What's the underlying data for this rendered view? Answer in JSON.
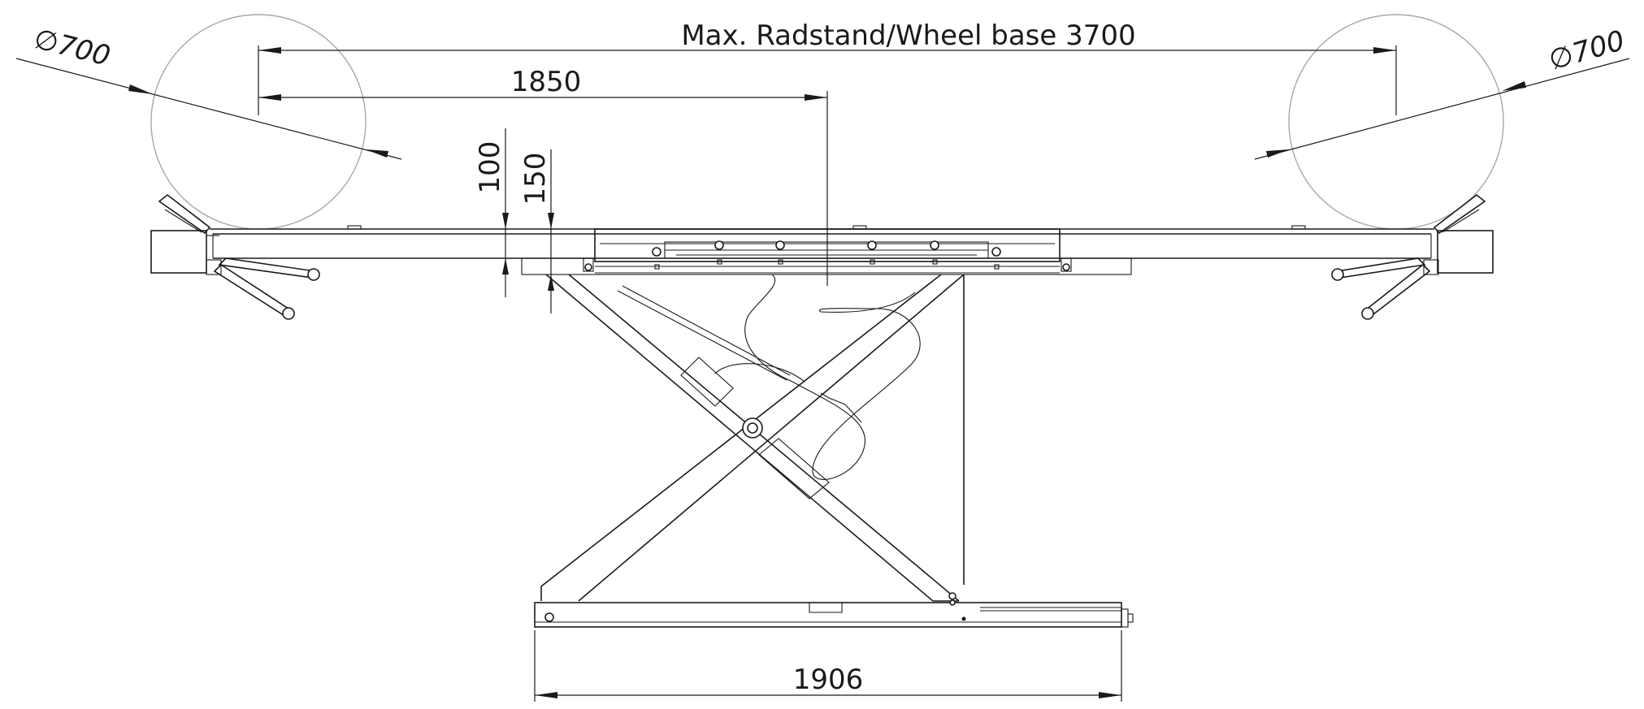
{
  "dimensions": {
    "wheel_diameter_left": "700",
    "wheel_diameter_right": "700",
    "diameter_symbol": "∅",
    "wheelbase_label": "Max. Radstand/Wheel base 3700",
    "half_wheelbase": "1850",
    "height_lowered": "100",
    "height_platform": "150",
    "base_length": "1906"
  },
  "colors": {
    "line": "#1a1a1a",
    "wheel_outline": "#a8a8a8",
    "background": "#ffffff"
  }
}
